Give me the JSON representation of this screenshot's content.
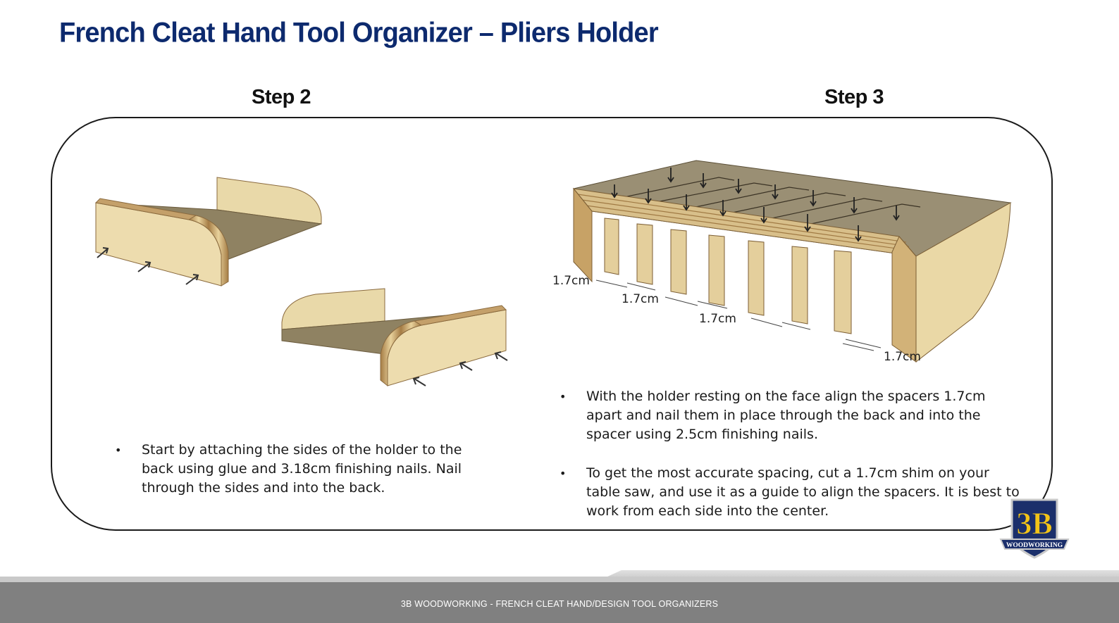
{
  "page": {
    "title": "French Cleat Hand Tool Organizer – Pliers Holder"
  },
  "step2": {
    "heading": "Step 2",
    "bullets": [
      "Start by attaching the sides of the holder to the back using glue and 3.18cm finishing nails.  Nail through the sides and into the back."
    ]
  },
  "step3": {
    "heading": "Step 3",
    "dimension_labels": [
      "1.7cm",
      "1.7cm",
      "1.7cm",
      "1.7cm"
    ],
    "bullets": [
      "With the holder resting on the face align the spacers 1.7cm apart and nail them in place through the back and into the spacer using 2.5cm finishing nails.",
      "To get the most accurate spacing, cut a 1.7cm shim on your table saw, and use it as a guide to align the spacers. It is best to work from each side into the center."
    ]
  },
  "logo": {
    "mark": "3B",
    "banner": "WOODWORKING"
  },
  "footer": {
    "text": "3B WOODWORKING - FRENCH CLEAT HAND/DESIGN TOOL ORGANIZERS"
  },
  "colors": {
    "title": "#0d2a6e",
    "wood_light": "#ecdcae",
    "wood_edge": "#b48c55",
    "footer": "#808080",
    "logo_gold": "#f2c418",
    "logo_navy": "#1b2f6b"
  }
}
